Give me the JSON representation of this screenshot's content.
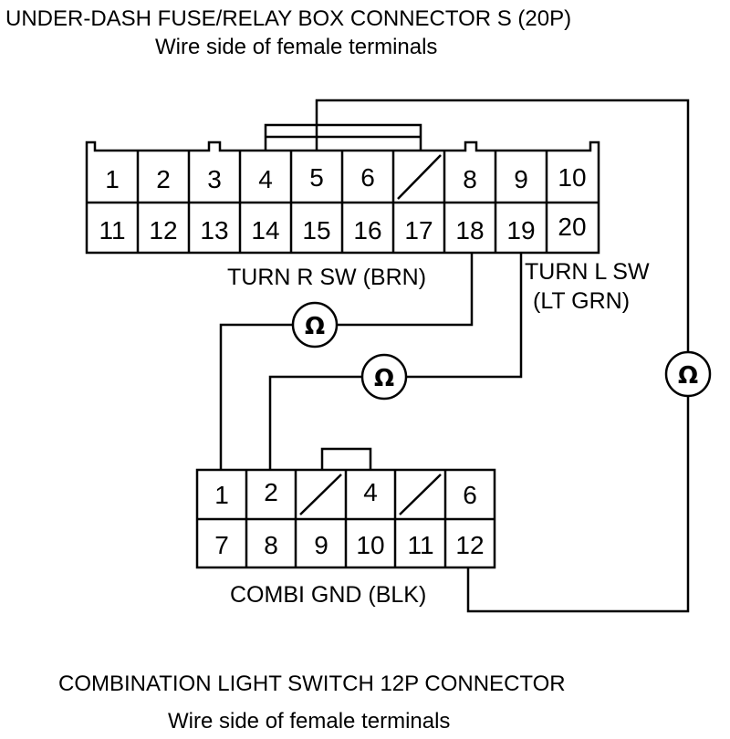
{
  "top_connector": {
    "title": "UNDER-DASH FUSE/RELAY BOX CONNECTOR S (20P)",
    "subtitle": "Wire side of female terminals",
    "row1": [
      "1",
      "2",
      "3",
      "4",
      "5",
      "6",
      "",
      "8",
      "9",
      "10"
    ],
    "row2": [
      "11",
      "12",
      "13",
      "14",
      "15",
      "16",
      "17",
      "18",
      "19",
      "20"
    ]
  },
  "bottom_connector": {
    "title": "COMBINATION LIGHT SWITCH 12P CONNECTOR",
    "subtitle": "Wire side of female terminals",
    "row1": [
      "1",
      "2",
      "",
      "4",
      "",
      "6"
    ],
    "row2": [
      "7",
      "8",
      "9",
      "10",
      "11",
      "12"
    ]
  },
  "wire_labels": {
    "turn_r": "TURN R SW (BRN)",
    "turn_l_line1": "TURN L SW",
    "turn_l_line2": "(LT GRN)",
    "combi_gnd": "COMBI GND (BLK)"
  },
  "meter_symbol": "Ω"
}
